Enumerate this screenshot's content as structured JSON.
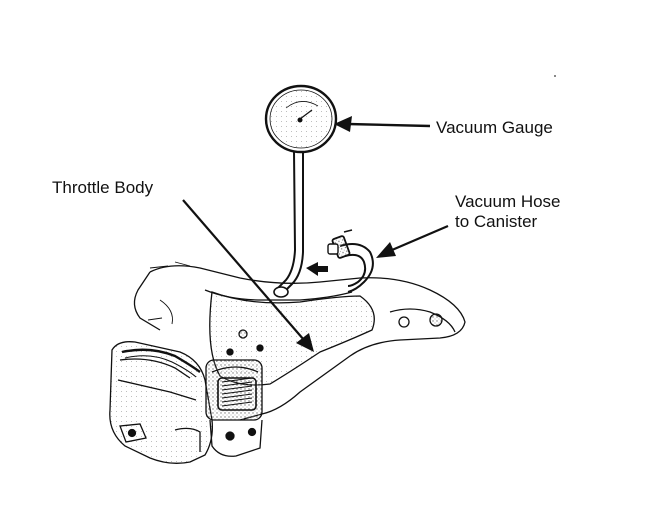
{
  "labels": {
    "vacuum_gauge": "Vacuum Gauge",
    "throttle_body": "Throttle Body",
    "vacuum_hose_line1": "Vacuum Hose",
    "vacuum_hose_line2": "to Canister"
  },
  "colors": {
    "ink": "#111111",
    "paper": "#ffffff",
    "shade": "#9a9a9a"
  }
}
